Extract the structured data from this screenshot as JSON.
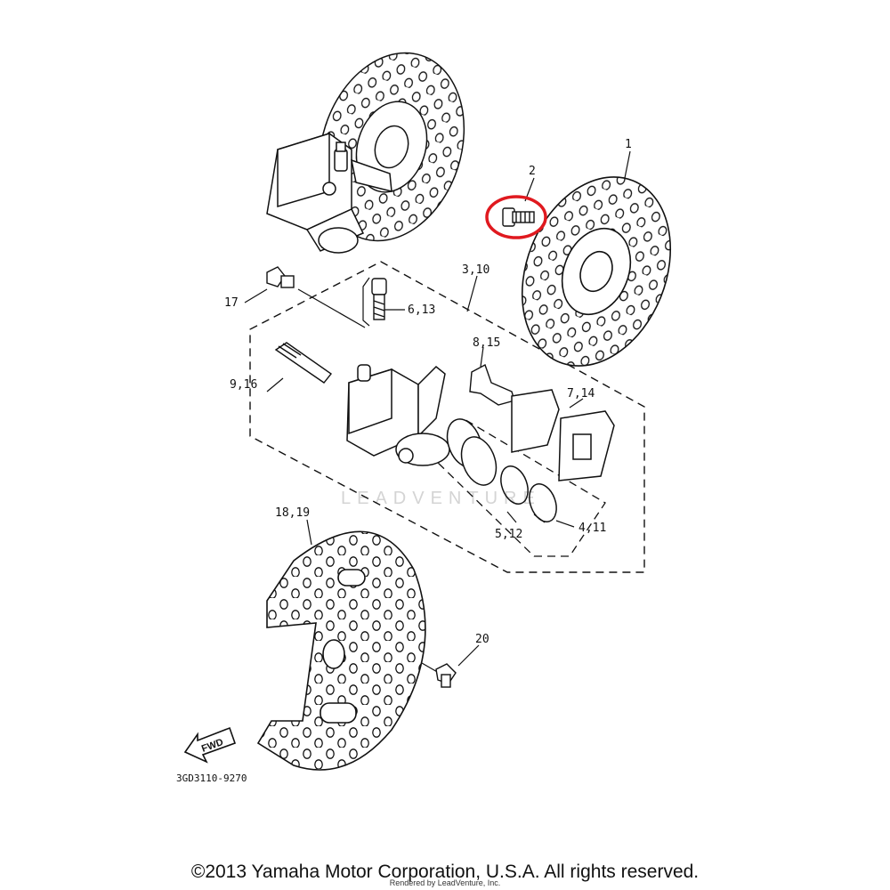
{
  "diagram": {
    "labels": {
      "p1": "1",
      "p2": "2",
      "p3_10": "3,10",
      "p4_11": "4,11",
      "p5_12": "5,12",
      "p6_13": "6,13",
      "p7_14": "7,14",
      "p8_15": "8,15",
      "p9_16": "9,16",
      "p17": "17",
      "p18_19": "18,19",
      "p20": "20"
    },
    "fwd_text": "FWD",
    "diagram_code": "3GD3110-9270",
    "watermark": "LEADVENTURE",
    "highlight_color": "#e0191f",
    "line_color": "#111111"
  },
  "footer": {
    "copyright": "©2013 Yamaha Motor Corporation, U.S.A. All rights reserved.",
    "rendered_by": "Rendered by LeadVenture, Inc."
  }
}
